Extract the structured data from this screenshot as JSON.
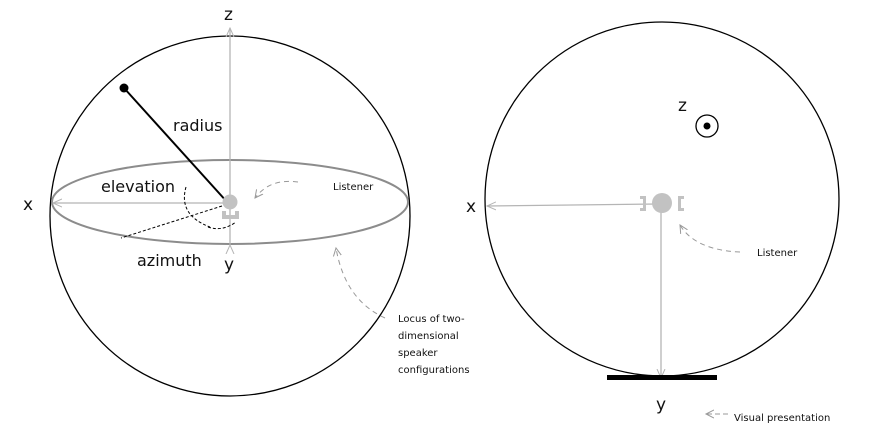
{
  "left_diagram": {
    "axis_z": "z",
    "axis_x": "x",
    "axis_y": "y",
    "radius_label": "radius",
    "elevation_label": "elevation",
    "azimuth_label": "azimuth",
    "listener_label": "Listener",
    "locus_label_lines": [
      "Locus of two-",
      "dimensional",
      "speaker",
      "configurations"
    ]
  },
  "right_diagram": {
    "axis_z": "z",
    "axis_x": "x",
    "axis_y": "y",
    "listener_label": "Listener",
    "visual_presentation_label": "Visual presentation"
  },
  "colors": {
    "outline": "#000000",
    "axis_gray": "#b5b5b5",
    "listener_gray": "#c2c2c2",
    "ellipse_gray": "#8c8c8c"
  }
}
